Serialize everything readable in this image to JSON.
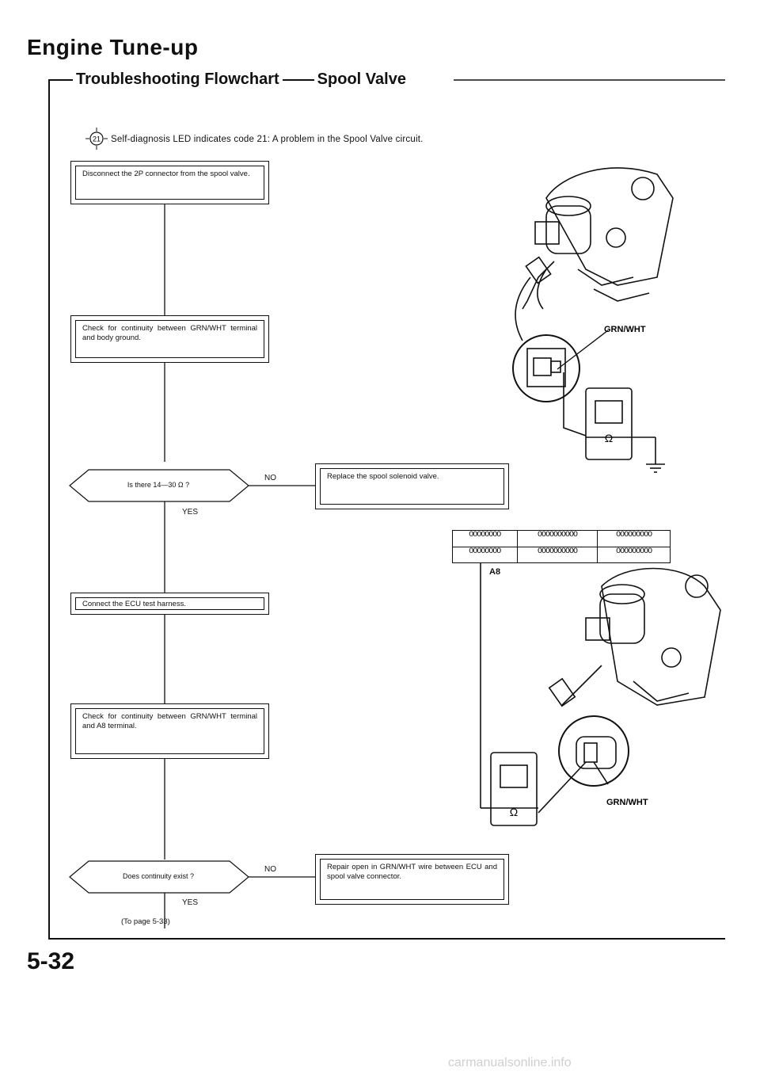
{
  "header": {
    "title": "Engine Tune-up",
    "subtitle": "Troubleshooting Flowchart",
    "subtitle_topic": "Spool Valve"
  },
  "intro": {
    "code": "21",
    "text": "Self-diagnosis LED indicates code 21: A problem in the Spool Valve circuit."
  },
  "flow": {
    "step1": "Disconnect the 2P connector from the spool valve.",
    "step2": "Check for continuity between GRN/WHT terminal and body ground.",
    "decision1": "Is there 14—30 Ω ?",
    "decision1_no": "NO",
    "decision1_yes": "YES",
    "fail1": "Replace the spool solenoid valve.",
    "step3": "Connect the ECU test harness.",
    "step4": "Check for continuity between GRN/WHT terminal and A8 terminal.",
    "decision2": "Does continuity exist ?",
    "decision2_no": "NO",
    "decision2_yes": "YES",
    "fail2": "Repair open in GRN/WHT wire between ECU and spool valve connector.",
    "continue": "(To page 5-33)"
  },
  "figure": {
    "wire_label_top": "GRN/WHT",
    "wire_label_bottom": "GRN/WHT",
    "terminal_label": "A8",
    "ohm_symbol": "Ω",
    "connector_row1": [
      "OOOOOOOO",
      "OOOOOOOOOO",
      "OOOOOOOOO"
    ],
    "connector_row2": [
      "OOOOOOOO",
      "OOOOOOOOOO",
      "OOOOOOOOO"
    ]
  },
  "footer": {
    "page_number": "5-32",
    "watermark": "carmanualsonline.info"
  }
}
